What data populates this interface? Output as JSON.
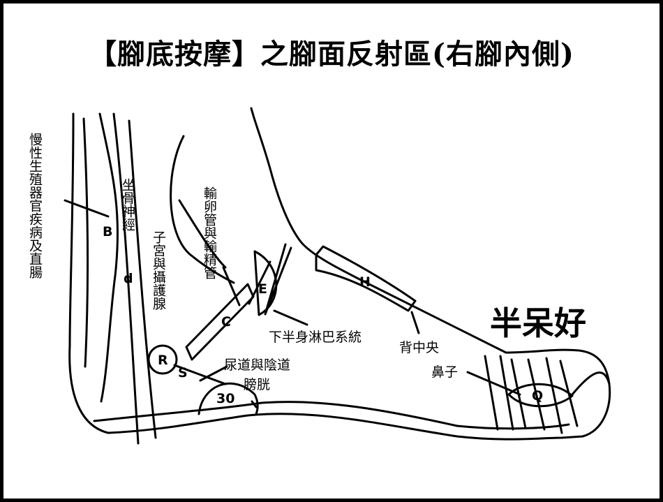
{
  "title": "【腳底按摩】之腳面反射區(右腳內側)",
  "brand": "半呆好",
  "labels": {
    "chronic_genital": "慢性生殖器官疾病及直腸",
    "sciatic_nerve": "坐骨神經",
    "uterus_prostate": "子宮與攝護腺",
    "oviduct_vas": "輸卵管與輸精管",
    "lower_lymph": "下半身淋巴系統",
    "mid_back": "背中央",
    "urethra_vagina": "尿道與陰道",
    "bladder": "膀胱",
    "nose": "鼻子"
  },
  "markers": {
    "B": "B",
    "d": "d",
    "C": "C",
    "E": "E",
    "H": "H",
    "R": "R",
    "S": "S",
    "n30": "30",
    "Q": "Q"
  }
}
